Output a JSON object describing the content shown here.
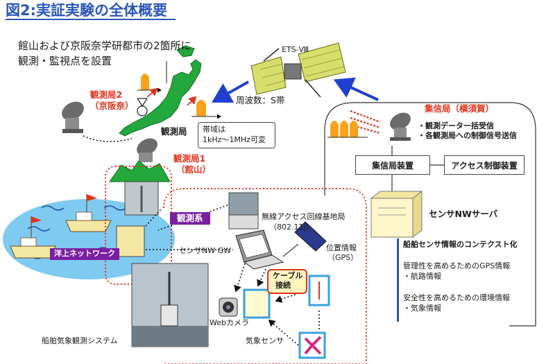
{
  "title": "図2:実証実験の全体概要",
  "intro": {
    "line1": "館山および京阪奈学研都市の2箇所に",
    "line2": "観測・監視点を設置"
  },
  "satellite": {
    "name": "ETS-Ⅷ",
    "band": "周波数：S帯"
  },
  "stations": {
    "kyoto_label": "観測局2",
    "kyoto_sub": "（京阪奈）",
    "tateyama_label": "観測局1",
    "tateyama_sub": "（館山）",
    "small_label": "観測局"
  },
  "bandwidth": {
    "line1": "帯域は",
    "line2": "1kHz～1MHz可変"
  },
  "hub": {
    "title": "集信局（横須賀）",
    "bullet1": "・観測データ一括受信",
    "bullet2": "・各観測局への制御信号送信",
    "equip": "集信局装置",
    "access": "アクセス制御装置",
    "server": "センサNWサーバ"
  },
  "context": {
    "heading": "船舶センサ情報のコンテクスト化",
    "gps1": "管理性を高めるためのGPS情報",
    "gps2": "・航路情報",
    "env1": "安全性を高めるための環境情報",
    "env2": "・気象情報"
  },
  "network": {
    "sea": "洋上ネットワーク",
    "system": "観測系",
    "wireless1": "無線アクセス回線基地局",
    "wireless2": "（802.11j）",
    "gateway": "センサNW GW",
    "gps1": "位置情報",
    "gps2": "（GPS）",
    "cable1": "ケーブル",
    "cable2": "接続",
    "webcam": "Webカメラ",
    "weather": "気象センサ",
    "ship_system": "船舶気象観測システム"
  },
  "colors": {
    "title_blue": "#2a57b8",
    "red": "#e0331c",
    "arrow_blue": "#1f3fd1",
    "map_green": "#22a83c",
    "sea_blue": "#7fcaf0",
    "purple": "#7b1fa2"
  }
}
